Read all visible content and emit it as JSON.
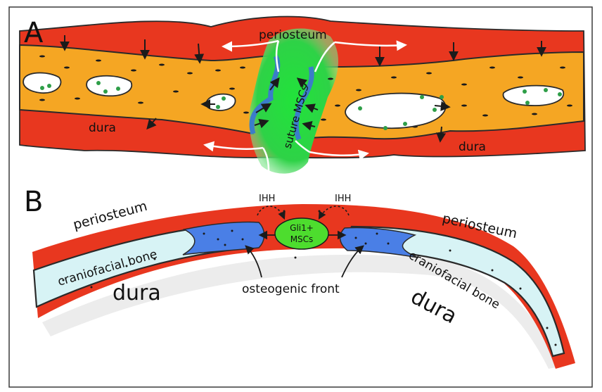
{
  "panels": {
    "a": {
      "letter": "A",
      "labels": {
        "periosteum": "periosteum",
        "dura_left": "dura",
        "dura_right": "dura",
        "suture": "suture MSCs"
      }
    },
    "b": {
      "letter": "B",
      "labels": {
        "periosteum_left": "periosteum",
        "periosteum_right": "periosteum",
        "bone_left": "craniofacial bone",
        "bone_right": "craniofacial bone",
        "dura_left": "dura",
        "dura_right": "dura",
        "ihh_left": "IHH",
        "ihh_right": "IHH",
        "gli1_line1": "Gli1+",
        "gli1_line2": "MSCs",
        "front": "osteogenic front"
      }
    }
  },
  "colors": {
    "periosteum": "#e8371f",
    "bone": "#f5a623",
    "suture": "#27d13a",
    "front_blue": "#4a7fe6",
    "bone_light": "#d7f3f5",
    "cell_dot": "#1a1a1a",
    "green_dot": "#2e9e48"
  }
}
